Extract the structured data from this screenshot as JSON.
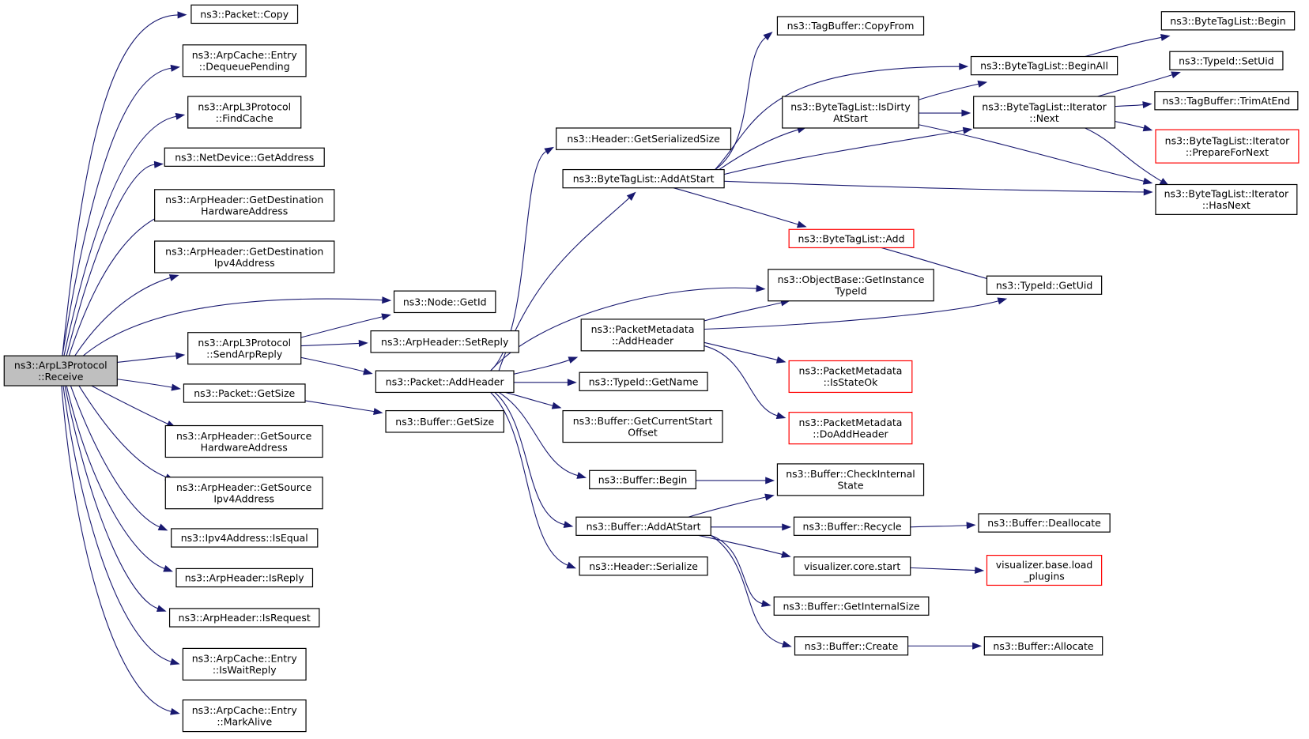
{
  "graph": {
    "edge_color": "#191970",
    "root_fill": "#bfbfbf",
    "missing_doc_border": "#ff0000",
    "nodes": [
      {
        "id": "root",
        "lines": [
          "ns3::ArpL3Protocol",
          "::Receive"
        ],
        "style": "root"
      },
      {
        "id": "copy",
        "lines": [
          "ns3::Packet::Copy"
        ]
      },
      {
        "id": "dequeue",
        "lines": [
          "ns3::ArpCache::Entry",
          "::DequeuePending"
        ]
      },
      {
        "id": "findcache",
        "lines": [
          "ns3::ArpL3Protocol",
          "::FindCache"
        ]
      },
      {
        "id": "netdev",
        "lines": [
          "ns3::NetDevice::GetAddress"
        ]
      },
      {
        "id": "gdha",
        "lines": [
          "ns3::ArpHeader::GetDestination",
          "HardwareAddress"
        ]
      },
      {
        "id": "gdip",
        "lines": [
          "ns3::ArpHeader::GetDestination",
          "Ipv4Address"
        ]
      },
      {
        "id": "nodeid",
        "lines": [
          "ns3::Node::GetId"
        ]
      },
      {
        "id": "sendarp",
        "lines": [
          "ns3::ArpL3Protocol",
          "::SendArpReply"
        ]
      },
      {
        "id": "setreply",
        "lines": [
          "ns3::ArpHeader::SetReply"
        ]
      },
      {
        "id": "addheader",
        "lines": [
          "ns3::Packet::AddHeader"
        ]
      },
      {
        "id": "getsize",
        "lines": [
          "ns3::Packet::GetSize"
        ]
      },
      {
        "id": "bufgetsize",
        "lines": [
          "ns3::Buffer::GetSize"
        ]
      },
      {
        "id": "gsha",
        "lines": [
          "ns3::ArpHeader::GetSource",
          "HardwareAddress"
        ]
      },
      {
        "id": "gsip",
        "lines": [
          "ns3::ArpHeader::GetSource",
          "Ipv4Address"
        ]
      },
      {
        "id": "isequal",
        "lines": [
          "ns3::Ipv4Address::IsEqual"
        ]
      },
      {
        "id": "isreply",
        "lines": [
          "ns3::ArpHeader::IsReply"
        ]
      },
      {
        "id": "isrequest",
        "lines": [
          "ns3::ArpHeader::IsRequest"
        ]
      },
      {
        "id": "iswait",
        "lines": [
          "ns3::ArpCache::Entry",
          "::IsWaitReply"
        ]
      },
      {
        "id": "markalive",
        "lines": [
          "ns3::ArpCache::Entry",
          "::MarkAlive"
        ]
      },
      {
        "id": "hgss",
        "lines": [
          "ns3::Header::GetSerializedSize"
        ]
      },
      {
        "id": "btladdstart",
        "lines": [
          "ns3::ByteTagList::AddAtStart"
        ]
      },
      {
        "id": "pmaddheader",
        "lines": [
          "ns3::PacketMetadata",
          "::AddHeader"
        ]
      },
      {
        "id": "getname",
        "lines": [
          "ns3::TypeId::GetName"
        ]
      },
      {
        "id": "bufcso",
        "lines": [
          "ns3::Buffer::GetCurrentStart",
          "Offset"
        ]
      },
      {
        "id": "bufbegin",
        "lines": [
          "ns3::Buffer::Begin"
        ]
      },
      {
        "id": "bufaddstart",
        "lines": [
          "ns3::Buffer::AddAtStart"
        ]
      },
      {
        "id": "hserialize",
        "lines": [
          "ns3::Header::Serialize"
        ]
      },
      {
        "id": "tagcopy",
        "lines": [
          "ns3::TagBuffer::CopyFrom"
        ]
      },
      {
        "id": "isdirty",
        "lines": [
          "ns3::ByteTagList::IsDirty",
          "AtStart"
        ]
      },
      {
        "id": "btladd",
        "lines": [
          "ns3::ByteTagList::Add"
        ],
        "style": "red"
      },
      {
        "id": "objbase",
        "lines": [
          "ns3::ObjectBase::GetInstance",
          "TypeId"
        ]
      },
      {
        "id": "isstateok",
        "lines": [
          "ns3::PacketMetadata",
          "::IsStateOk"
        ],
        "style": "red"
      },
      {
        "id": "doaddheader",
        "lines": [
          "ns3::PacketMetadata",
          "::DoAddHeader"
        ],
        "style": "red"
      },
      {
        "id": "checkstate",
        "lines": [
          "ns3::Buffer::CheckInternal",
          "State"
        ]
      },
      {
        "id": "recycle",
        "lines": [
          "ns3::Buffer::Recycle"
        ]
      },
      {
        "id": "vizstart",
        "lines": [
          "visualizer.core.start"
        ]
      },
      {
        "id": "getinternal",
        "lines": [
          "ns3::Buffer::GetInternalSize"
        ]
      },
      {
        "id": "bufcreate",
        "lines": [
          "ns3::Buffer::Create"
        ]
      },
      {
        "id": "beginall",
        "lines": [
          "ns3::ByteTagList::BeginAll"
        ]
      },
      {
        "id": "itnext",
        "lines": [
          "ns3::ByteTagList::Iterator",
          "::Next"
        ]
      },
      {
        "id": "getuid",
        "lines": [
          "ns3::TypeId::GetUid"
        ]
      },
      {
        "id": "dealloc",
        "lines": [
          "ns3::Buffer::Deallocate"
        ]
      },
      {
        "id": "vizload",
        "lines": [
          "visualizer.base.load",
          "_plugins"
        ],
        "style": "red"
      },
      {
        "id": "bufalloc",
        "lines": [
          "ns3::Buffer::Allocate"
        ]
      },
      {
        "id": "btlbegin",
        "lines": [
          "ns3::ByteTagList::Begin"
        ]
      },
      {
        "id": "setuid",
        "lines": [
          "ns3::TypeId::SetUid"
        ]
      },
      {
        "id": "trimatend",
        "lines": [
          "ns3::TagBuffer::TrimAtEnd"
        ]
      },
      {
        "id": "prepnext",
        "lines": [
          "ns3::ByteTagList::Iterator",
          "::PrepareForNext"
        ],
        "style": "red"
      },
      {
        "id": "hasnext",
        "lines": [
          "ns3::ByteTagList::Iterator",
          "::HasNext"
        ]
      }
    ]
  }
}
